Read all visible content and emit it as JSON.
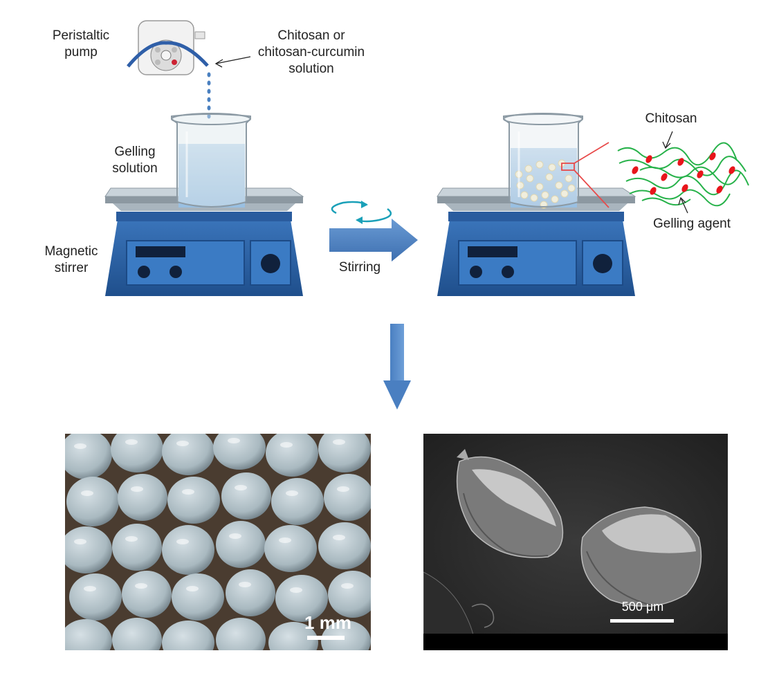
{
  "labels": {
    "peristaltic_pump": [
      "Peristaltic",
      "pump"
    ],
    "solution": [
      "Chitosan or",
      "chitosan-curcumin",
      "solution"
    ],
    "gelling_solution": [
      "Gelling",
      "solution"
    ],
    "magnetic_stirrer": [
      "Magnetic",
      "stirrer"
    ],
    "stirring": "Stirring",
    "chitosan": "Chitosan",
    "gelling_agent": "Gelling agent"
  },
  "photos": {
    "optical_scale": "1 mm",
    "sem_scale": "500 μm"
  },
  "colors": {
    "stirrer_body": "#2a63a8",
    "stirrer_panel": "#3b7bc4",
    "plate": "#b9c4cc",
    "water": "#a9cbe8",
    "arrow": "#4a7fc1",
    "chitosan_chain": "#27b24a",
    "gelling_node": "#e8151b",
    "callout": "#e84a4a"
  }
}
